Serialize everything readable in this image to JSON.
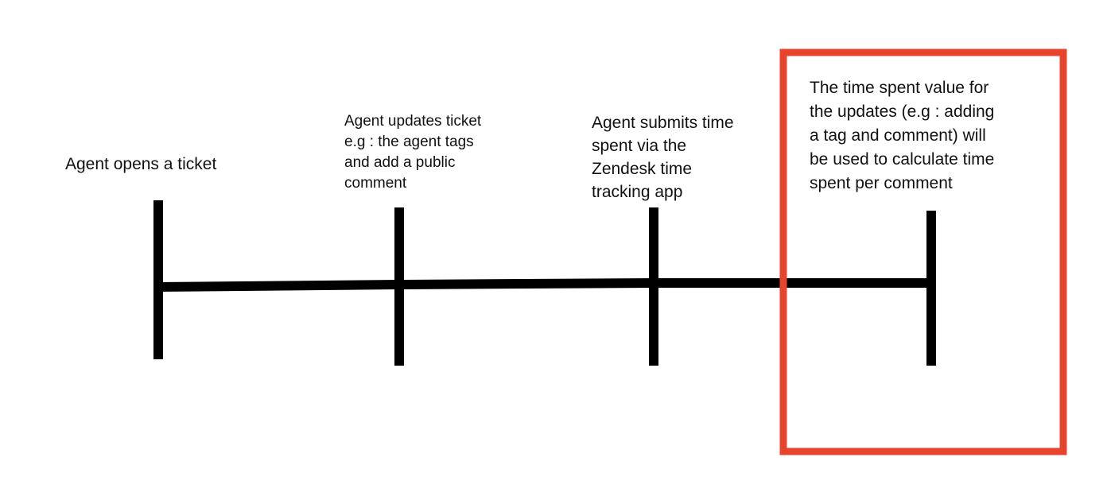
{
  "colors": {
    "line": "#000000",
    "highlight": "#e8432c",
    "text": "#111111",
    "background": "#ffffff"
  },
  "timeline": {
    "events": [
      {
        "lines": [
          "Agent opens a ticket"
        ]
      },
      {
        "lines": [
          "Agent updates ticket",
          "e.g : the agent tags",
          "and add a public",
          "comment"
        ]
      },
      {
        "lines": [
          "Agent submits time",
          "spent via the",
          "Zendesk time",
          "tracking app"
        ]
      },
      {
        "lines": [
          "The time spent value for",
          "the updates (e.g : adding",
          "a tag and comment) will",
          "be used to calculate time",
          "spent per comment"
        ]
      }
    ]
  }
}
